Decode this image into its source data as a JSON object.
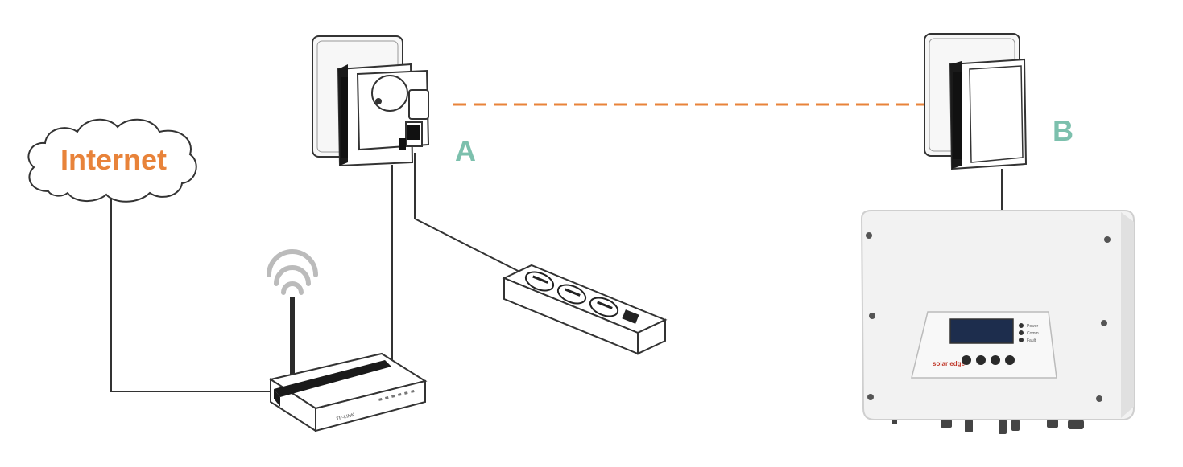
{
  "cloud": {
    "label": "Internet",
    "label_color": "#e8833a"
  },
  "labels": {
    "adapter_a": "A",
    "adapter_b": "B",
    "label_color": "#7cc0ad"
  },
  "link": {
    "color": "#e8833a",
    "style": "dashed"
  },
  "inverter": {
    "led_labels": [
      "Power",
      "Comm",
      "Fault"
    ],
    "brand_text": "solar edge",
    "brand_color": "#c0392b",
    "button_labels": [
      "",
      "",
      "",
      ""
    ]
  },
  "router": {
    "brand_text": "TP-LINK"
  },
  "icons": {
    "cloud": "cloud-icon",
    "router": "router-icon",
    "wifi": "wifi-signal-icon",
    "adapter_a": "powerline-adapter-icon",
    "adapter_b": "powerline-adapter-icon",
    "power_strip": "power-strip-icon",
    "inverter": "inverter-icon"
  }
}
